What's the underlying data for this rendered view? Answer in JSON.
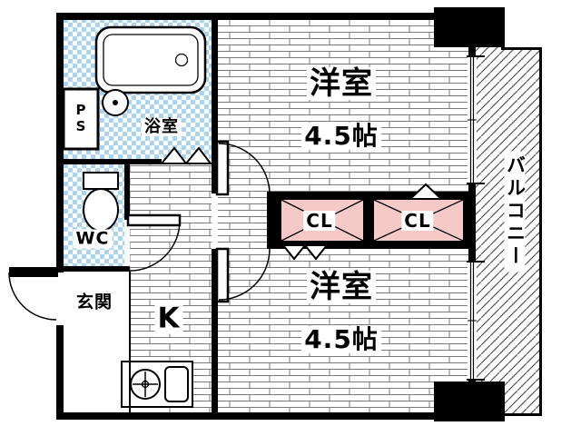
{
  "labels": {
    "western_room_top": {
      "name": "洋室",
      "size": "4.5帖"
    },
    "western_room_bottom": {
      "name": "洋室",
      "size": "4.5帖"
    },
    "closet_left": "CL",
    "closet_right": "CL",
    "balcony": "バルコニー",
    "bathroom": "浴室",
    "toilet": "WC",
    "entrance": "玄関",
    "kitchen": "K",
    "pipe_space": {
      "line1": "P",
      "line2": "S"
    }
  },
  "colors": {
    "wall": "#000000",
    "closet_fill": "#f6c9c9",
    "tile_blue": "#aad4ee",
    "balcony_hatch": "#555555",
    "floor_line": "#7a7a7a"
  }
}
